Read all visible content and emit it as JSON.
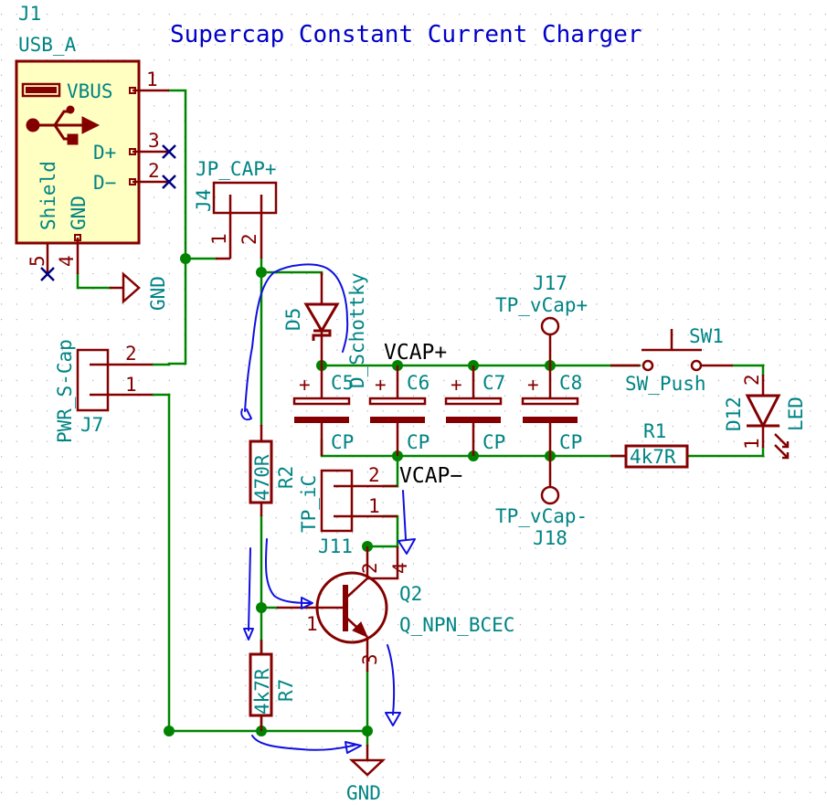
{
  "title": "Supercap Constant Current Charger",
  "colors": {
    "wire": "#008400",
    "component": "#840000",
    "label": "#008484",
    "title": "#0000c8",
    "annotation": "#1010e0",
    "connector_fill": "#ffffc2"
  },
  "components": {
    "J1": {
      "ref": "J1",
      "value": "USB_A",
      "pins": {
        "vbus": "VBUS",
        "dplus": "D+",
        "dminus": "D−",
        "shield": "Shield",
        "gnd": "GND"
      },
      "pin_numbers": {
        "vbus": "1",
        "dplus": "3",
        "dminus": "2",
        "gnd": "4",
        "shield": "5"
      }
    },
    "J4": {
      "ref": "J4",
      "value": "JP_CAP+",
      "pin_numbers": [
        "1",
        "2"
      ]
    },
    "J7": {
      "ref": "J7",
      "value": "PWR_S-Cap",
      "pin_numbers": [
        "2",
        "1"
      ]
    },
    "D5": {
      "ref": "D5",
      "value": "D_Schottky"
    },
    "C5": {
      "ref": "C5",
      "value": "CP",
      "polarity": "+"
    },
    "C6": {
      "ref": "C6",
      "value": "CP",
      "polarity": "+"
    },
    "C7": {
      "ref": "C7",
      "value": "CP",
      "polarity": "+"
    },
    "C8": {
      "ref": "C8",
      "value": "CP",
      "polarity": "+"
    },
    "J17": {
      "ref": "J17",
      "value": "TP_vCap+"
    },
    "J18": {
      "ref": "J18",
      "value": "TP_vCap-"
    },
    "SW1": {
      "ref": "SW1",
      "value": "SW_Push"
    },
    "D12": {
      "ref": "D12",
      "value": "LED",
      "pin_numbers": [
        "2",
        "1"
      ]
    },
    "R1": {
      "ref": "R1",
      "value": "4k7R"
    },
    "R2": {
      "ref": "R2",
      "value": "470R"
    },
    "R7": {
      "ref": "R7",
      "value": "4k7R"
    },
    "J11": {
      "ref": "J11",
      "value": "TP_iC",
      "pin_numbers": [
        "2",
        "1"
      ]
    },
    "Q2": {
      "ref": "Q2",
      "value": "Q_NPN_BCEC",
      "pin_numbers": {
        "base": "1",
        "collector": "2",
        "emitter": "3",
        "collector2": "4"
      }
    }
  },
  "nets": {
    "vcap_plus": "VCAP+",
    "vcap_minus": "VCAP−",
    "gnd_top": "GND",
    "gnd_bottom": "GND"
  }
}
